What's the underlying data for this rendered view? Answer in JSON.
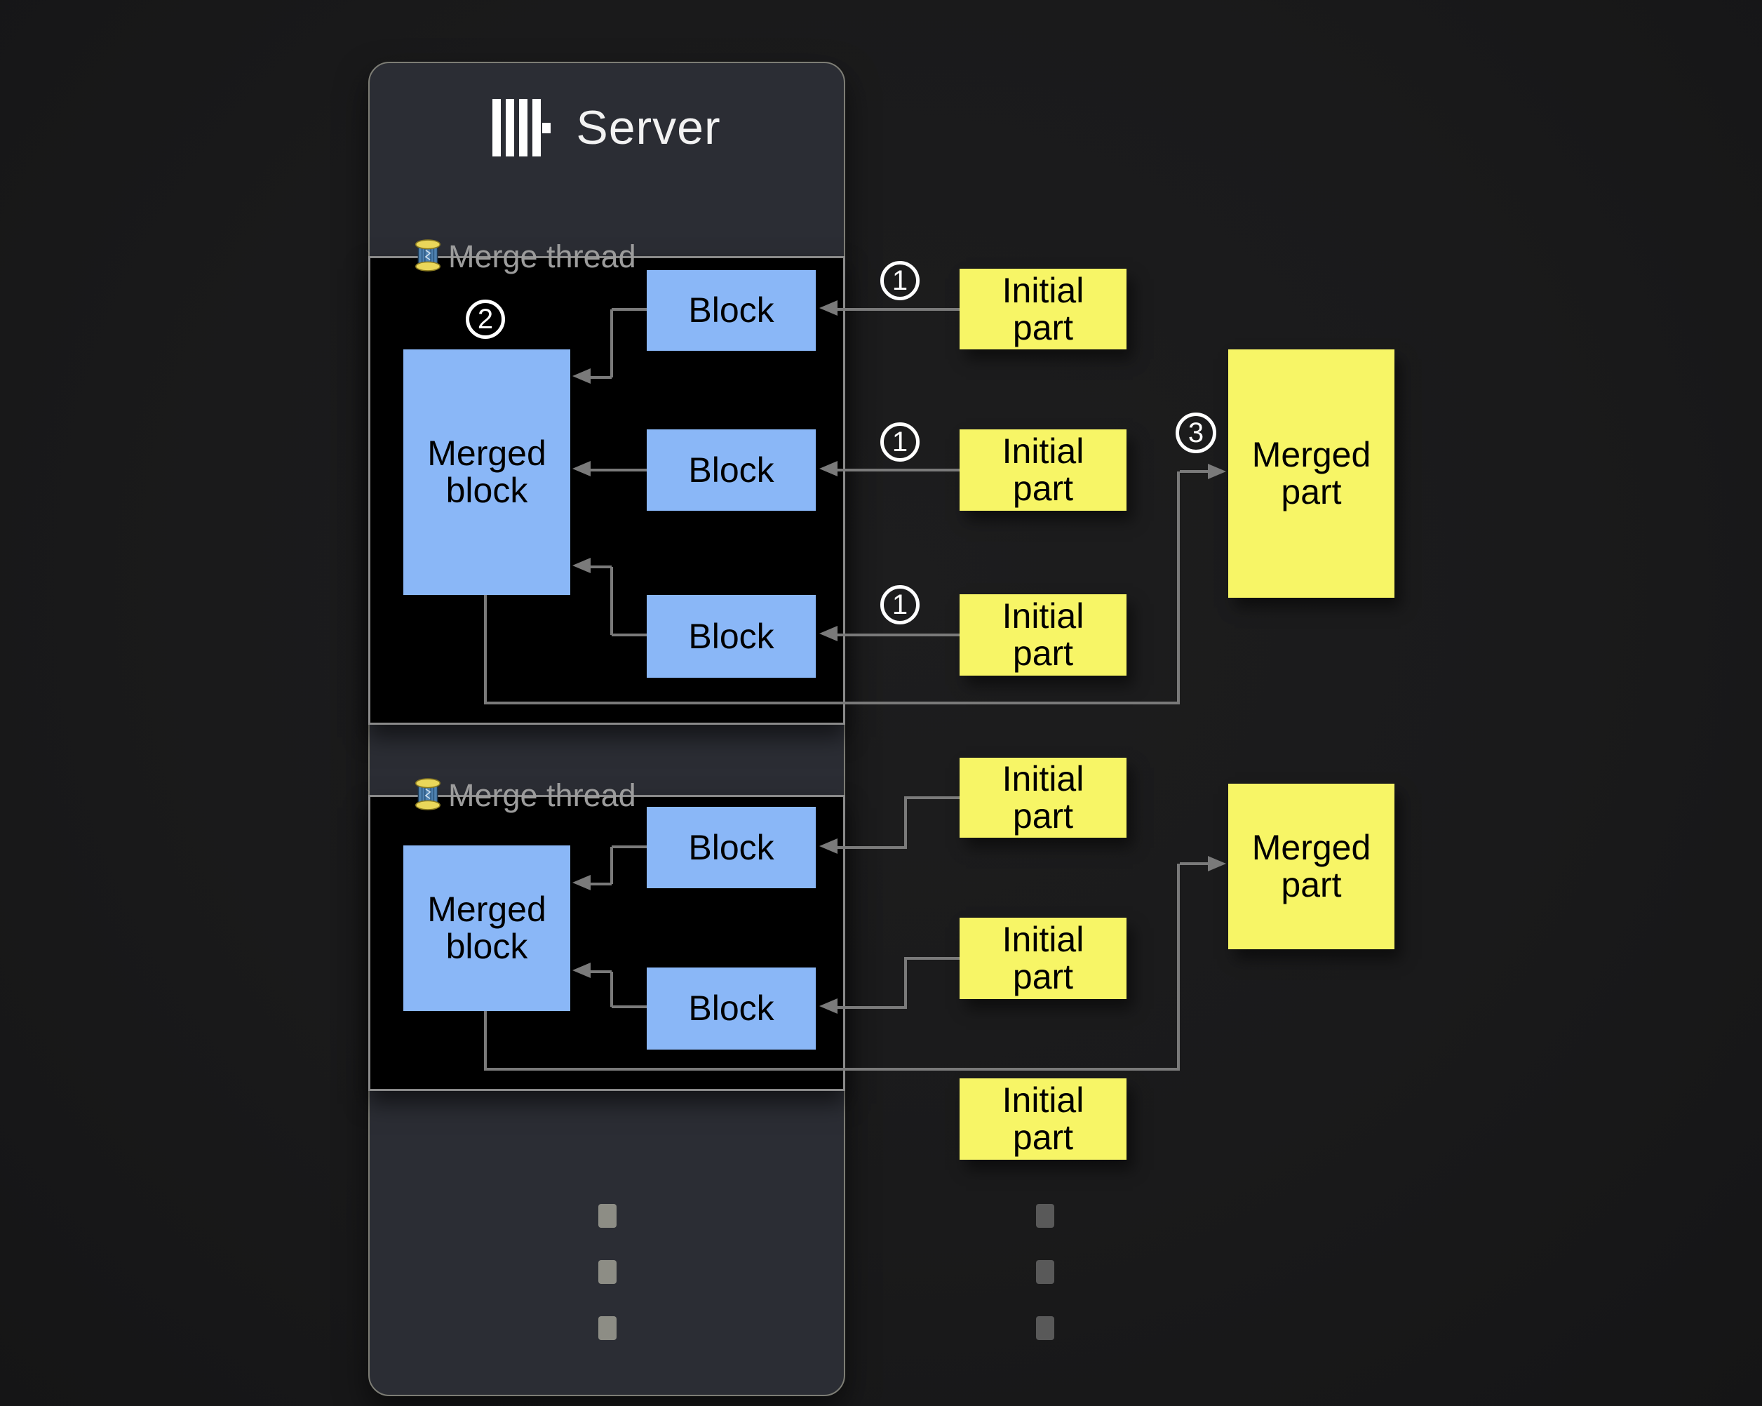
{
  "server": {
    "title": "Server",
    "logo_icon": "clickhouse-bars-logo"
  },
  "threads": [
    {
      "label": "Merge thread",
      "icon": "thread-spool-icon",
      "badge": "2",
      "merged_block_label": "Merged block",
      "blocks": [
        "Block",
        "Block",
        "Block"
      ]
    },
    {
      "label": "Merge thread",
      "icon": "thread-spool-icon",
      "merged_block_label": "Merged block",
      "blocks": [
        "Block",
        "Block"
      ]
    }
  ],
  "parts": {
    "initial": [
      {
        "label": "Initial part",
        "badge": "1"
      },
      {
        "label": "Initial part",
        "badge": "1"
      },
      {
        "label": "Initial part",
        "badge": "1"
      },
      {
        "label": "Initial part"
      },
      {
        "label": "Initial part"
      },
      {
        "label": "Initial part"
      }
    ],
    "merged": [
      {
        "label": "Merged part",
        "badge": "3"
      },
      {
        "label": "Merged part"
      }
    ]
  },
  "more_indicator_icon": "vertical-ellipsis",
  "colors": {
    "background": "#1a1a1b",
    "panel_bg": "#2b2d34",
    "panel_border": "#7d7d75",
    "thread_bg": "#000000",
    "thread_border": "#8a8a8a",
    "block_fill": "#8ab7f7",
    "part_fill": "#f7f566",
    "connector": "#7a7a7a",
    "label_text": "#9c9c9c",
    "title_text": "#f2f2f2",
    "box_text": "#000000",
    "badge_text": "#ffffff",
    "panel_dot": "#8d8d85",
    "outer_dot": "#595959"
  }
}
